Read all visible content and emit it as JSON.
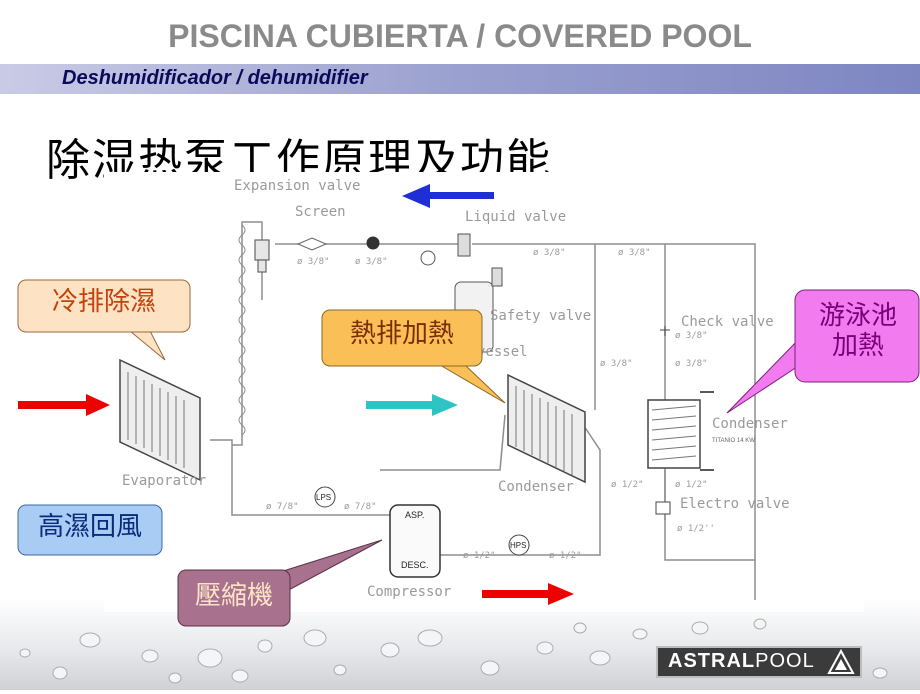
{
  "header": {
    "title": "PISCINA CUBIERTA / COVERED POOL",
    "subtitle": "Deshumidificador / dehumidifier"
  },
  "main_title": "除湿热泵工作原理及功能",
  "diagram_labels": {
    "expansion_valve": "Expansion valve",
    "screen": "Screen",
    "liquid_valve": "Liquid valve",
    "safety_valve": "Safety valve",
    "liquid_vessel": "Liquid vessel",
    "check_valve": "Check valve",
    "condenser_right": "Condenser",
    "titanio": "TITANIO 14 KW",
    "electro_valve": "Electro valve",
    "evaporator": "Evaporator",
    "condenser": "Condenser",
    "compressor": "Compressor",
    "asp": "ASP.",
    "desc": "DESC.",
    "lps": "LPS",
    "hps": "HPS",
    "pipe_38": "ø 3/8\"",
    "pipe_78": "ø 7/8\"",
    "pipe_12": "ø 1/2\"",
    "pipe_12b": "ø 1/2''"
  },
  "callouts": {
    "cold_exhaust": "冷排除濕",
    "heat_exhaust": "熱排加熱",
    "pool_heating": "游泳池加熱",
    "humid_return": "高濕回風",
    "compressor": "壓縮機"
  },
  "logo": {
    "bold": "ASTRAL",
    "thin": "POOL"
  },
  "colors": {
    "title_gray": "#8a8a8a",
    "band": "#9aa0cf",
    "arrow_red": "#ee0000",
    "arrow_cyan": "#2ec4c4",
    "arrow_blue": "#1f2fd6",
    "callout_orange": "#fde2c4",
    "callout_amber": "#fbbf57",
    "callout_magenta": "#f27bf0",
    "callout_blue": "#a9ccf5",
    "callout_mauve": "#a8728e"
  }
}
